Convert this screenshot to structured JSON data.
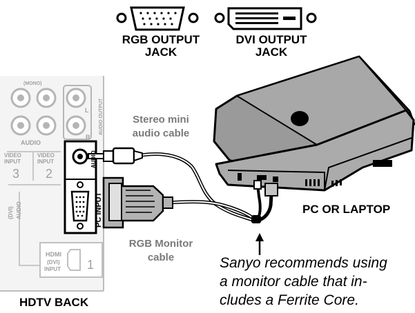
{
  "labels": {
    "rgb_output": [
      "RGB  OUTPUT",
      "JACK"
    ],
    "dvi_output": [
      "DVI OUTPUT",
      "JACK"
    ],
    "stereo_cable": [
      "Stereo mini",
      "audio cable"
    ],
    "rgb_cable": [
      "RGB Monitor",
      "cable"
    ],
    "pc_laptop": "PC OR LAPTOP",
    "hdtv_back": "HDTV BACK"
  },
  "panel": {
    "mono": "(MONO)",
    "audio": "AUDIO",
    "audio_output": "AUDIO OUTPUT",
    "left_mark": "L",
    "right_mark": "R",
    "video_input": [
      "VIDEO",
      "INPUT"
    ],
    "input_3": "3",
    "input_2": "2",
    "audio_vertical": "AUDIO",
    "pc_input": "PC INPUT",
    "dvi_vertical": "(DVI)",
    "dvi_audio_vertical": "AUDIO",
    "hdmi_logo": "HDMI",
    "hdmi_dvi": "(DVI)",
    "hdmi_input": "INPUT",
    "input_1": "1"
  },
  "note": [
    "Sanyo recommends using",
    "a monitor cable that in-",
    "cludes a Ferrite Core."
  ]
}
